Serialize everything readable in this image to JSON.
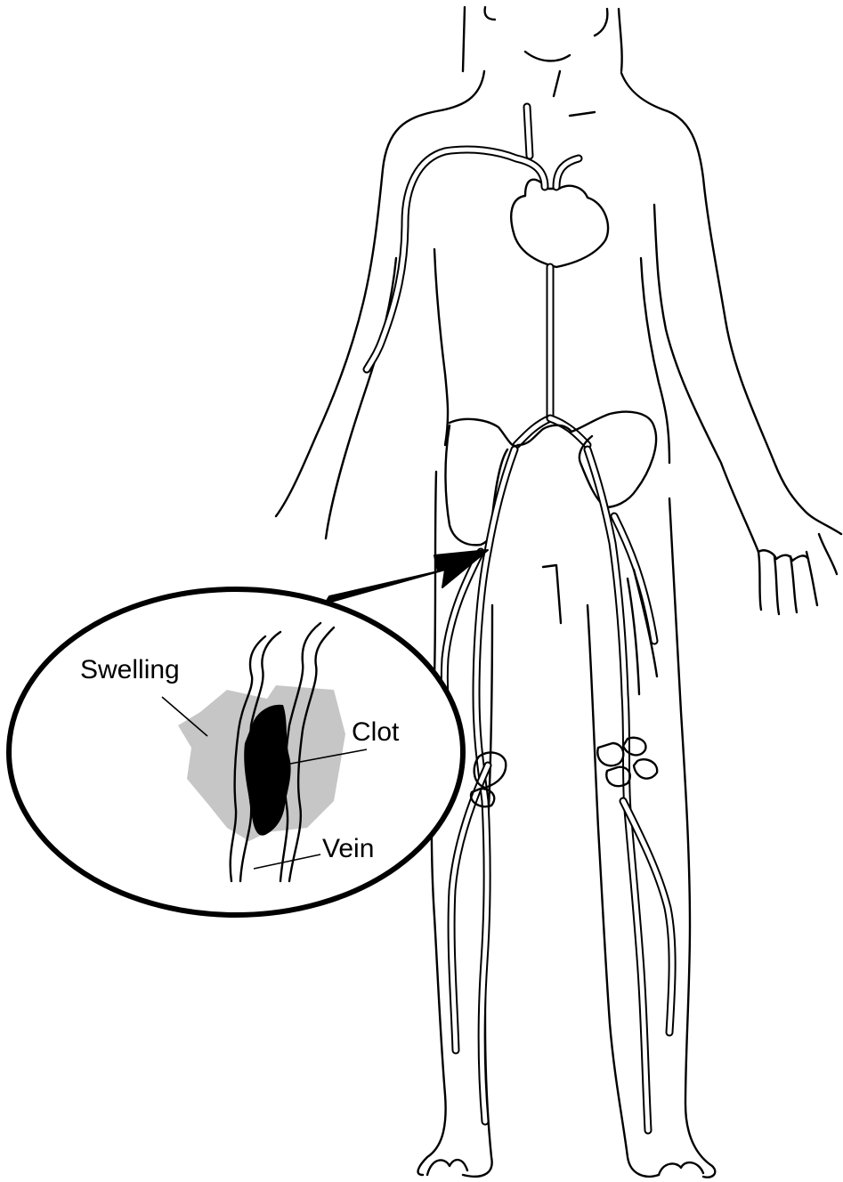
{
  "labels": {
    "swelling": "Swelling",
    "clot": "Clot",
    "vein": "Vein"
  },
  "colors": {
    "line": "#000000",
    "background": "#ffffff",
    "swelling_fill": "#c6c6c6",
    "clot_fill": "#000000"
  }
}
